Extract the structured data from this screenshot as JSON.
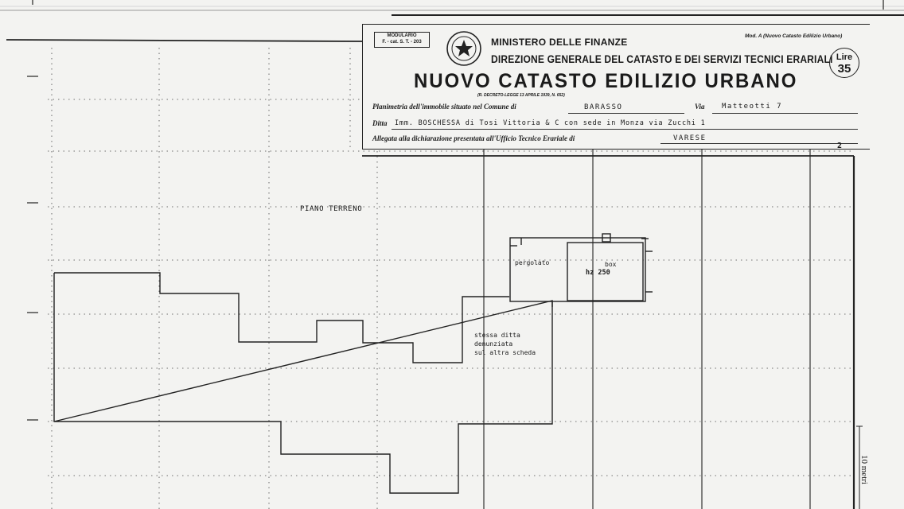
{
  "header": {
    "modulario": "MODULARIO\nF. - cat. S. T. - 203",
    "model_ref": "Mod. A (Nuovo Catasto Edilizio Urbano)",
    "ministry": "MINISTERO DELLE FINANZE",
    "directorate": "DIREZIONE GENERALE DEL CATASTO E DEI SERVIZI TECNICI ERARIALI",
    "title": "NUOVO CATASTO EDILIZIO URBANO",
    "decree": "(R. DECRETO-LEGGE 13 APRILE 1939, N. 652)",
    "lire_label": "Lire",
    "lire_value": "35"
  },
  "form": {
    "comune_label": "Planimetria dell'immobile situato nel Comune di",
    "comune_value": "BARASSO",
    "via_label": "Via",
    "via_value": "Matteotti 7",
    "ditta_label": "Ditta",
    "ditta_value": "Imm. BOSCHESSA di Tosi Vittoria & C con sede in Monza via Zucchi 1",
    "allegata_label": "Allegata alla dichiarazione presentata all'Ufficio Tecnico Erariale di",
    "allegata_value": "VARESE"
  },
  "plan": {
    "sheet_number": "2",
    "floor_label": "PIANO TERRENO",
    "pergola_label": "pergolato",
    "box_label": "box",
    "height_label": "hz 250",
    "note": "stessa ditta\ndenunziata\nsul altra scheda",
    "scale_label": "10 metri"
  },
  "colors": {
    "paper": "#f3f3f1",
    "ink": "#1a1a1a"
  },
  "icons": {
    "emblem": "italian-republic-emblem-icon"
  }
}
